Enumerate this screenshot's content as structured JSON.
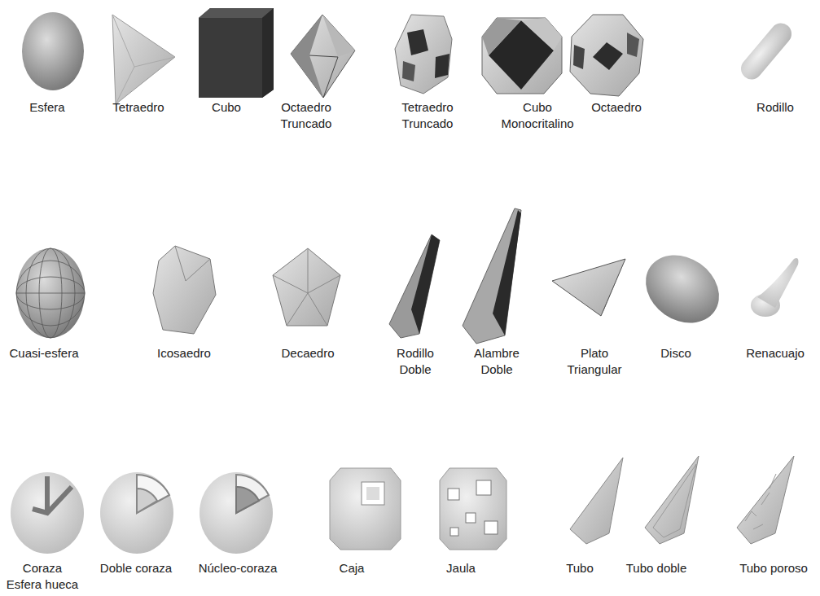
{
  "diagram": {
    "labels": [
      "Esfera",
      "Tetraedro",
      "Cubo",
      "Octaedro Truncado",
      "Tetraedro Truncado",
      "Cubo Monocritalino",
      "Octaedro",
      "Rodillo",
      "Cuasi-esfera",
      "Icosaedro",
      "Decaedro",
      "Rodillo Doble",
      "Alambre Doble",
      "Plato Triangular",
      "Disco",
      "Renacuajo",
      "Coraza Esfera hueca",
      "Doble coraza",
      "Núcleo-coraza",
      "Caja",
      "Jaula",
      "Tubo",
      "Tubo doble",
      "Tubo poroso"
    ]
  }
}
